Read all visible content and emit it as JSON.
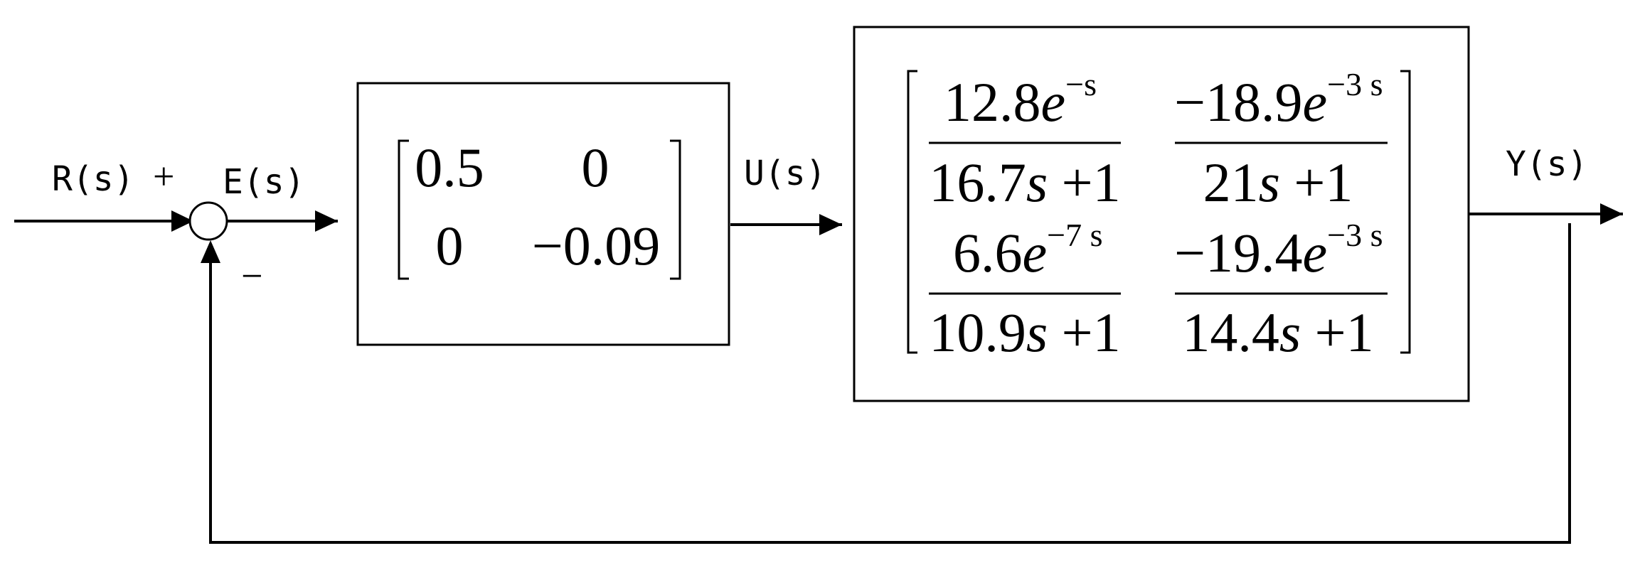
{
  "signals": {
    "input": "R(s)",
    "error": "E(s)",
    "control": "U(s)",
    "output": "Y(s)"
  },
  "signs": {
    "plus": "+",
    "minus": "−"
  },
  "controller": {
    "matrix": [
      [
        "0.5",
        "0"
      ],
      [
        "0",
        "−0.09"
      ]
    ]
  },
  "plant": {
    "matrix": [
      [
        {
          "num_coef": "12.8",
          "num_base": "e",
          "num_exp": "−s",
          "den_coef": "16.7",
          "den_var": "s",
          "den_const": " +1"
        },
        {
          "num_coef": "−18.9",
          "num_base": "e",
          "num_exp": "−3 s",
          "den_coef": "21",
          "den_var": "s",
          "den_const": " +1"
        }
      ],
      [
        {
          "num_coef": "6.6",
          "num_base": "e",
          "num_exp": "−7 s",
          "den_coef": "10.9",
          "den_var": "s",
          "den_const": " +1"
        },
        {
          "num_coef": "−19.4",
          "num_base": "e",
          "num_exp": "−3 s",
          "den_coef": "14.4",
          "den_var": "s",
          "den_const": " +1"
        }
      ]
    ]
  }
}
